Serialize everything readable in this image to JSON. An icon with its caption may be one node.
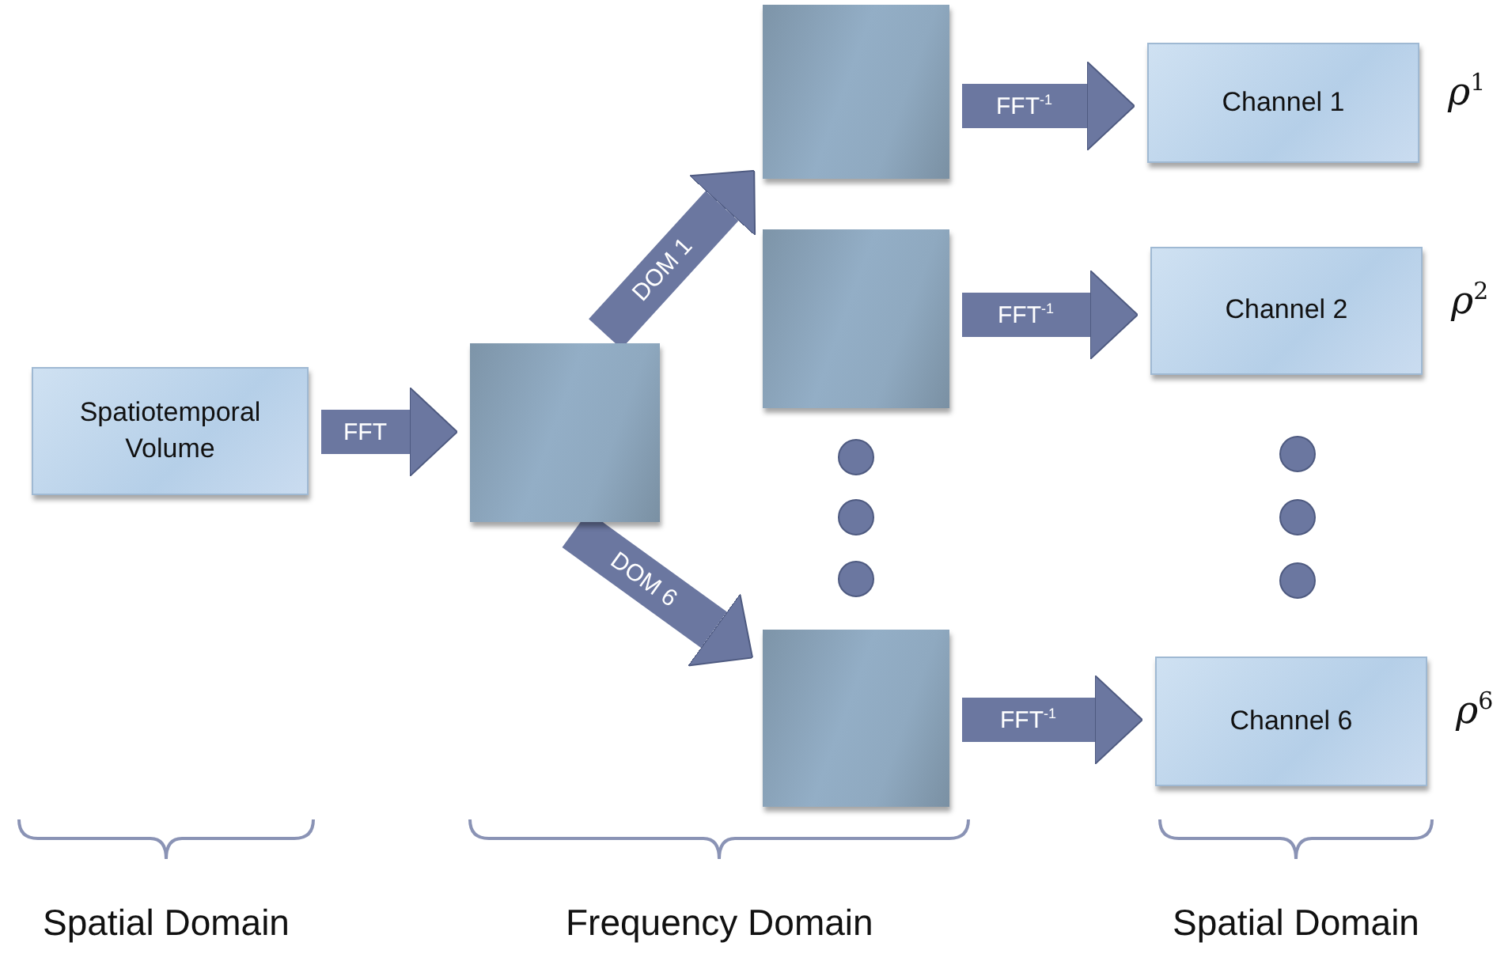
{
  "diagram": {
    "nodes": [
      {
        "text": [
          "Spatiotemporal Volume"
        ]
      },
      {
        "text": [],
        "shape": "box"
      },
      {
        "text": [],
        "shape": "box"
      },
      {
        "text": [],
        "shape": "box"
      },
      {
        "text": [],
        "shape": "box"
      },
      {
        "text": [
          "Channel 1"
        ],
        "beside": [
          "ρ$^{1}$"
        ]
      },
      {
        "text": [
          "Channel 2"
        ],
        "beside": [
          "ρ$^{2}$"
        ]
      },
      {
        "text": [
          "Channel 6"
        ],
        "beside": [
          "ρ$^{6}$"
        ]
      }
    ],
    "edges": [
      {
        "from": 0,
        "to": 1,
        "arrow": "to",
        "label": "FFT"
      },
      {
        "from": 1,
        "to": 2,
        "arrow": "to",
        "label": "DOM 1"
      },
      {
        "from": 1,
        "to": 4,
        "arrow": "to",
        "label": "DOM 6"
      },
      {
        "from": 2,
        "to": 5,
        "arrow": "to",
        "label": "FFT$^{-1}$"
      },
      {
        "from": 3,
        "to": 6,
        "arrow": "to",
        "label": "FFT$^{-1}$"
      },
      {
        "from": 4,
        "to": 7,
        "arrow": "to",
        "label": "FFT$^{-1}$"
      }
    ],
    "labels": [
      "Spatial Domain",
      "Frequency Domain",
      "Spatial Domain"
    ]
  }
}
